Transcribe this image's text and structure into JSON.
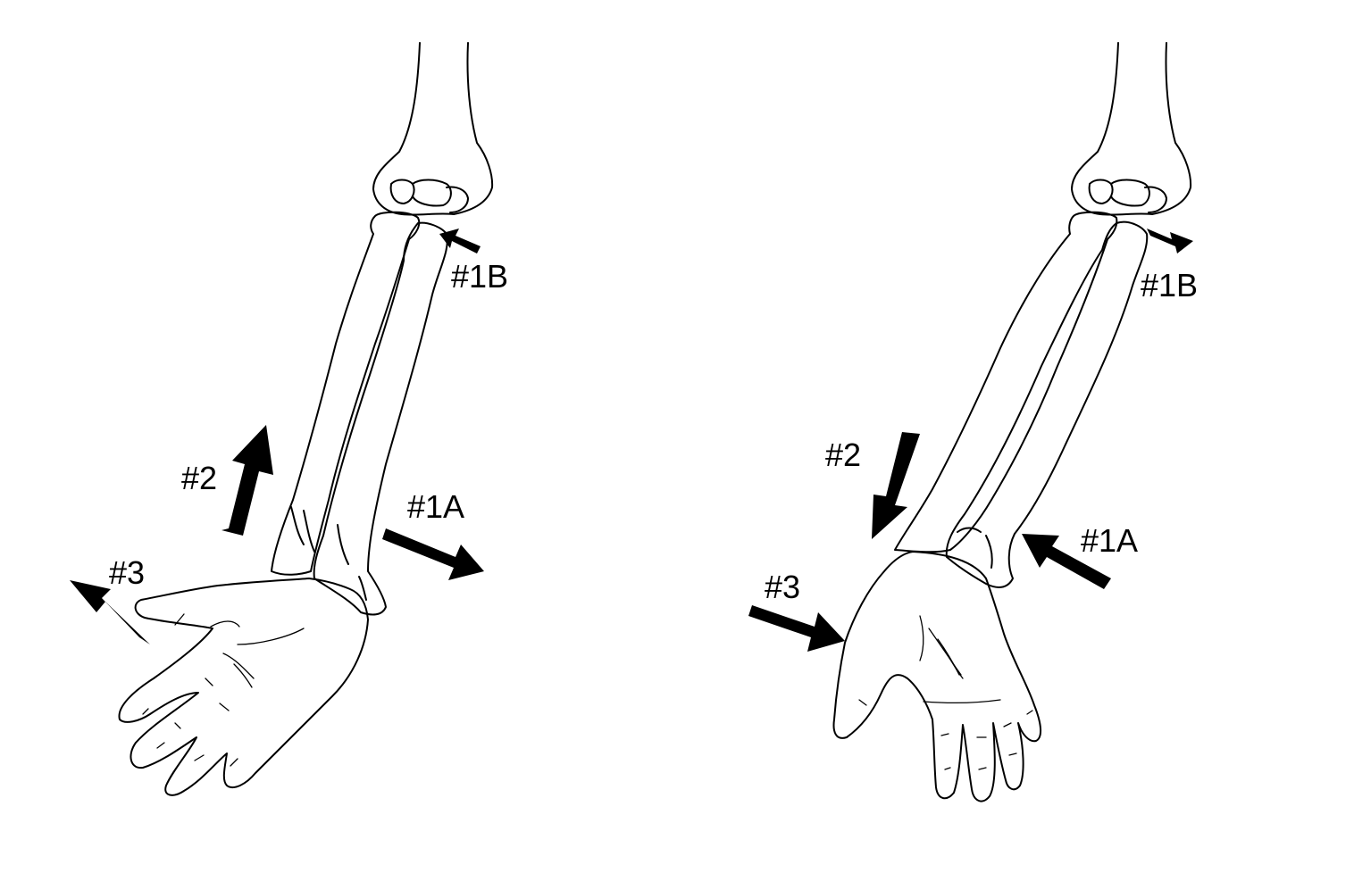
{
  "left_figure": {
    "labels": {
      "arrow_1a": "#1A",
      "arrow_1b": "#1B",
      "arrow_2": "#2",
      "arrow_3": "#3"
    }
  },
  "right_figure": {
    "labels": {
      "arrow_1a": "#1A",
      "arrow_1b": "#1B",
      "arrow_2": "#2",
      "arrow_3": "#3"
    }
  },
  "colors": {
    "ink": "#000000",
    "background": "#ffffff"
  }
}
